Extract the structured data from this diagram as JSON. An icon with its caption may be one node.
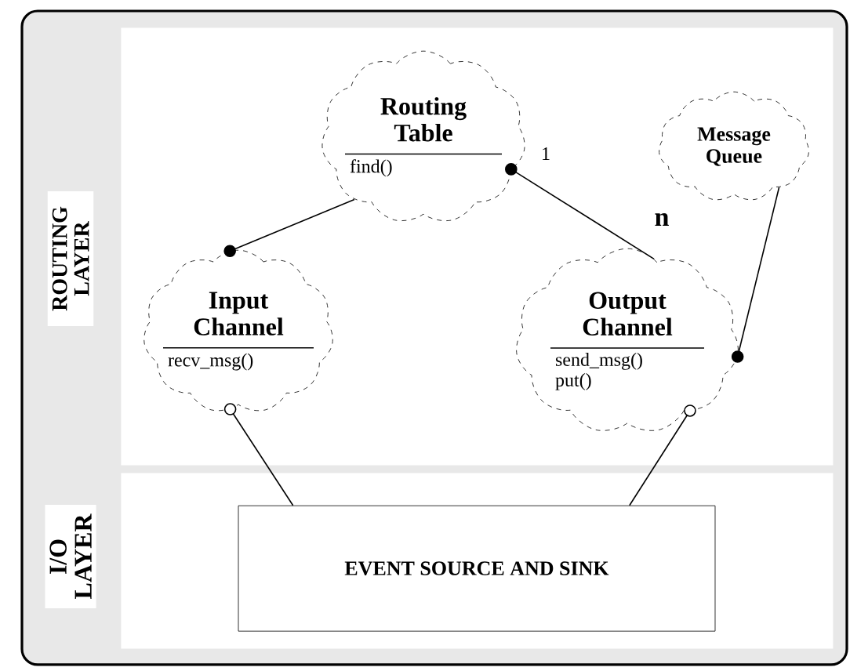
{
  "diagram": {
    "nodes": [
      {
        "text": [
          "ROUTING LAYER"
        ]
      },
      {
        "text": [
          "Routing Table",
          "find()"
        ],
        "in": 0
      },
      {
        "text": [
          "Input Channel",
          "recv_msg()"
        ],
        "in": 0
      },
      {
        "text": [
          "Output Channel",
          "send_msg()",
          "put()"
        ],
        "in": 0
      },
      {
        "text": [
          "Message Queue"
        ],
        "in": 0
      },
      {
        "text": [
          "I/O LAYER"
        ]
      },
      {
        "text": [
          "EVENT SOURCE AND SINK"
        ],
        "in": 5
      }
    ],
    "edges": [
      {
        "from": 2,
        "to": 1,
        "arrow": "other"
      },
      {
        "from": 1,
        "to": 3,
        "arrow": "other"
      },
      {
        "from": 3,
        "to": 4,
        "arrow": "other"
      },
      {
        "from": 2,
        "to": 6,
        "arrow": "other"
      },
      {
        "from": 3,
        "to": 6,
        "arrow": "other"
      }
    ],
    "labels": [
      "1",
      "n"
    ]
  }
}
